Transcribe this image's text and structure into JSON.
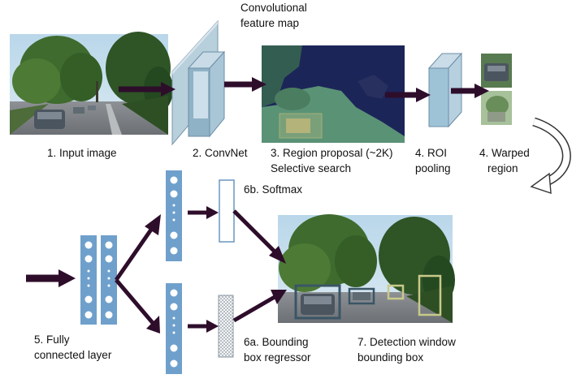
{
  "labels": {
    "conv_feature_map": {
      "line1": "Convolutional",
      "line2": "feature map"
    },
    "input_image": "1. Input image",
    "convnet": "2. ConvNet",
    "region_proposal": {
      "line1": "3. Region proposal (~2K)",
      "line2": "Selective search"
    },
    "roi_pooling": {
      "line1": "4. ROI",
      "line2": "pooling"
    },
    "warped_region": {
      "line1": "4. Warped",
      "line2": "region"
    },
    "softmax": "6b. Softmax",
    "fully_connected": {
      "line1": "5. Fully",
      "line2": "connected layer"
    },
    "bbox_regressor": {
      "line1": "6a. Bounding",
      "line2": "box regressor"
    },
    "detection_window": {
      "line1": "7. Detection window",
      "line2": "bounding box"
    }
  },
  "colors": {
    "arrow": "#2e0d2b",
    "conv_block_face": "#9fc3d6",
    "conv_block_edge": "#6d8ea8",
    "neuron_column": "#6fa0cc",
    "detection_box": "#3a5566",
    "proposal_box": "#c8c98a"
  }
}
